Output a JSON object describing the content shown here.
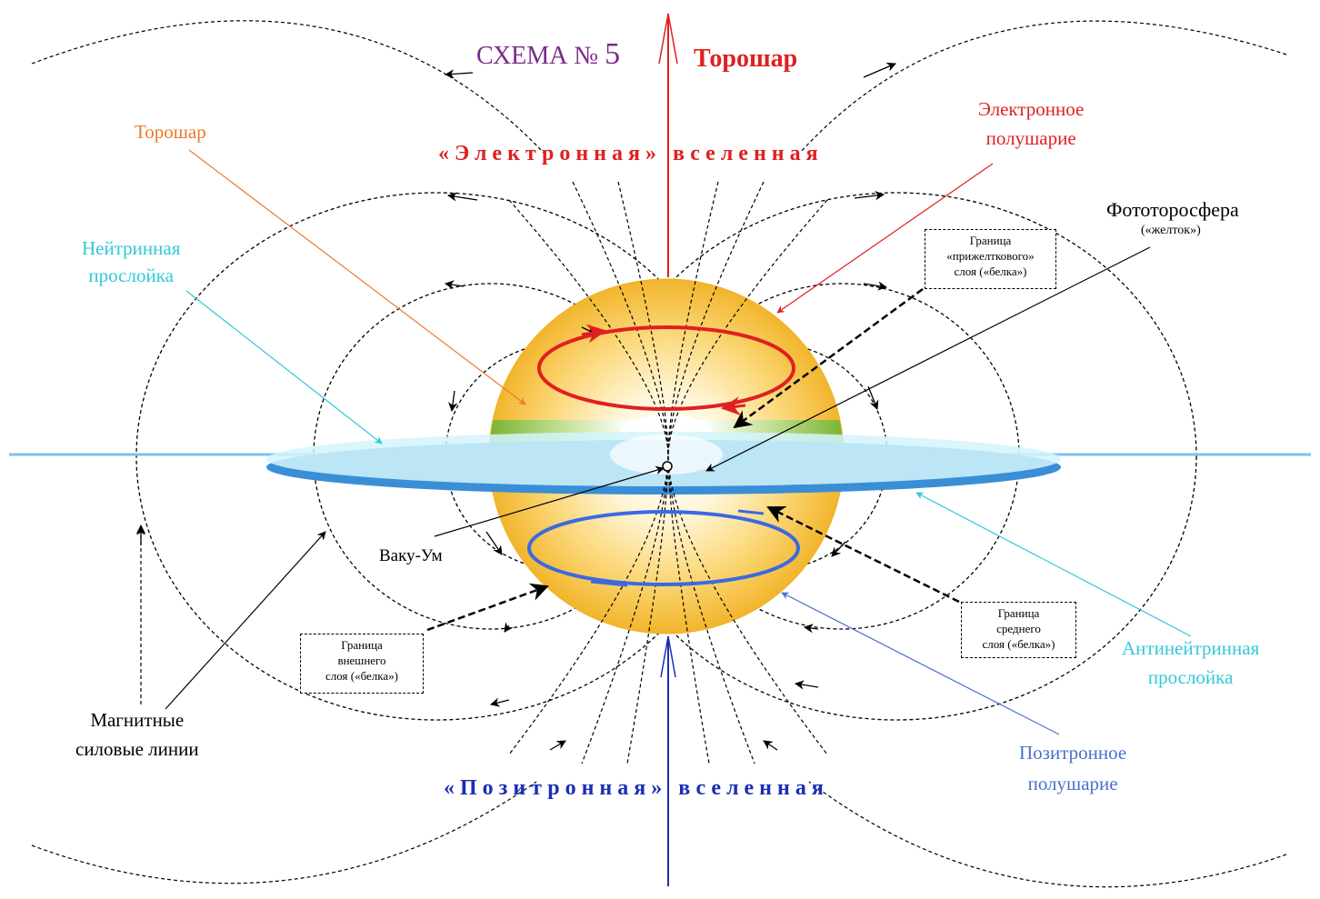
{
  "title": {
    "prefix": "СХЕМА № ",
    "number": "5"
  },
  "colors": {
    "title": "#7a2a8a",
    "electron": "#e02020",
    "positron": "#1a2fb5",
    "orange": "#ee7a2a",
    "cyan": "#33c8d8",
    "blue_label": "#4a6fd0",
    "disk_fill": "#d4f4fb",
    "disk_edge": "#3a8ed6",
    "axis_line": "#7ec3ea",
    "sphere_yellow": "#f6c33c",
    "sphere_band": "#8fbf3a"
  },
  "labels": {
    "torushar_top": "Торошар",
    "electron_universe": "«Электронная» вселенная",
    "positron_universe": "«Позитронная» вселенная",
    "torushar_left": "Торошар",
    "neutrino_layer": "Нейтринная\nпрослойка",
    "electron_hemisphere": "Электронное\nполушарие",
    "photo_torosphere": "Фототоросфера",
    "yolk": "(«желток»)",
    "vakuum": "Ваку-Ум",
    "magnetic_lines": "Магнитные\nсиловые линии",
    "antineutrino_layer": "Антинейтринная\nпрослойка",
    "positron_hemisphere": "Позитронное\nполушарие"
  },
  "boxes": {
    "near_yolk": "Граница\n«прижелткового»\nслоя («белка»)",
    "outer": "Граница\nвнешнего\nслоя («белка»)",
    "middle": "Граница\nсреднего\nслоя («белка»)"
  },
  "icons": [
    "arrow-up-icon"
  ]
}
